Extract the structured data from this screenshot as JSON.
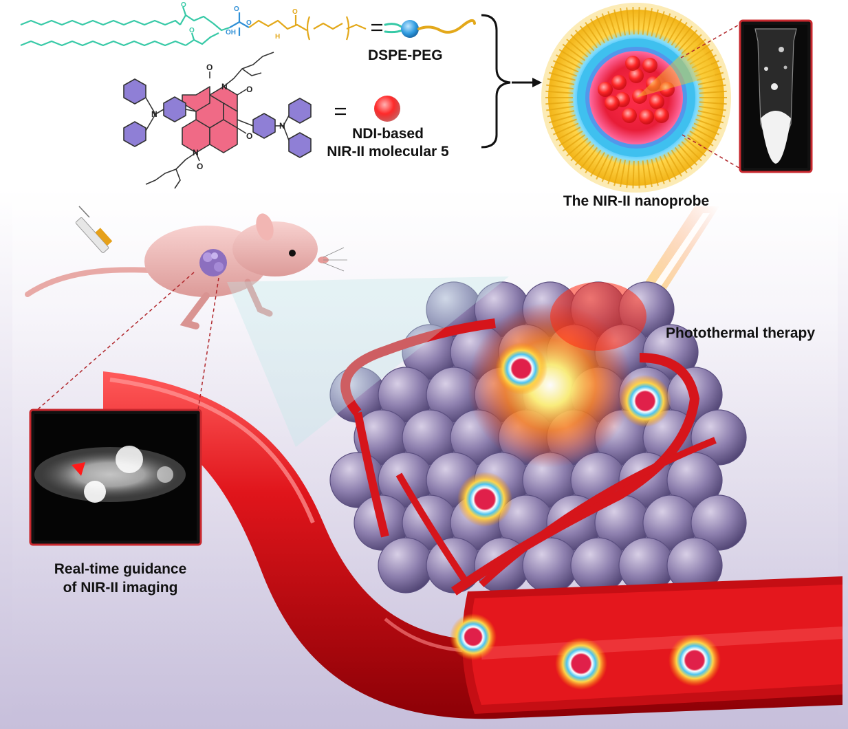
{
  "figure": {
    "labels": {
      "dspe_peg": "DSPE-PEG",
      "ndi_line1": "NDI-based",
      "ndi_line2": "NIR-II molecular 5",
      "nanoprobe": "The NIR-II nanoprobe",
      "ptt": "Photothermal therapy",
      "guidance_line1": "Real-time guidance",
      "guidance_line2": "of NIR-II imaging"
    },
    "colors": {
      "lipid": "#36c9a6",
      "phosphate": "#2f8fd6",
      "peg": "#e3a81a",
      "ndi_core": "#f06a86",
      "phenyl": "#7a5ec7",
      "vessel": "#d6151b",
      "tumor": "#8a7aa8",
      "laser": "#ffcc33"
    }
  }
}
